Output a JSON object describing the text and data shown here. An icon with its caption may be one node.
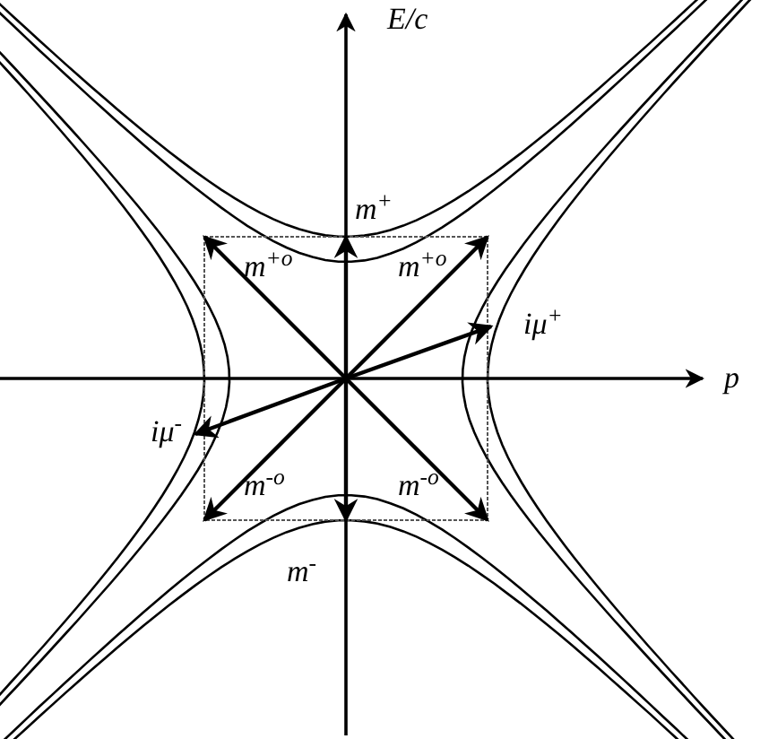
{
  "diagram": {
    "labels": [
      "E/c",
      "m$^{+}$",
      "m$^{+o}$",
      "m$^{+o}$",
      "iμ$^{+}$",
      "p",
      "iμ$^{-}$",
      "m$^{-o}$",
      "m$^{-o}$",
      "m$^{-}$"
    ]
  }
}
